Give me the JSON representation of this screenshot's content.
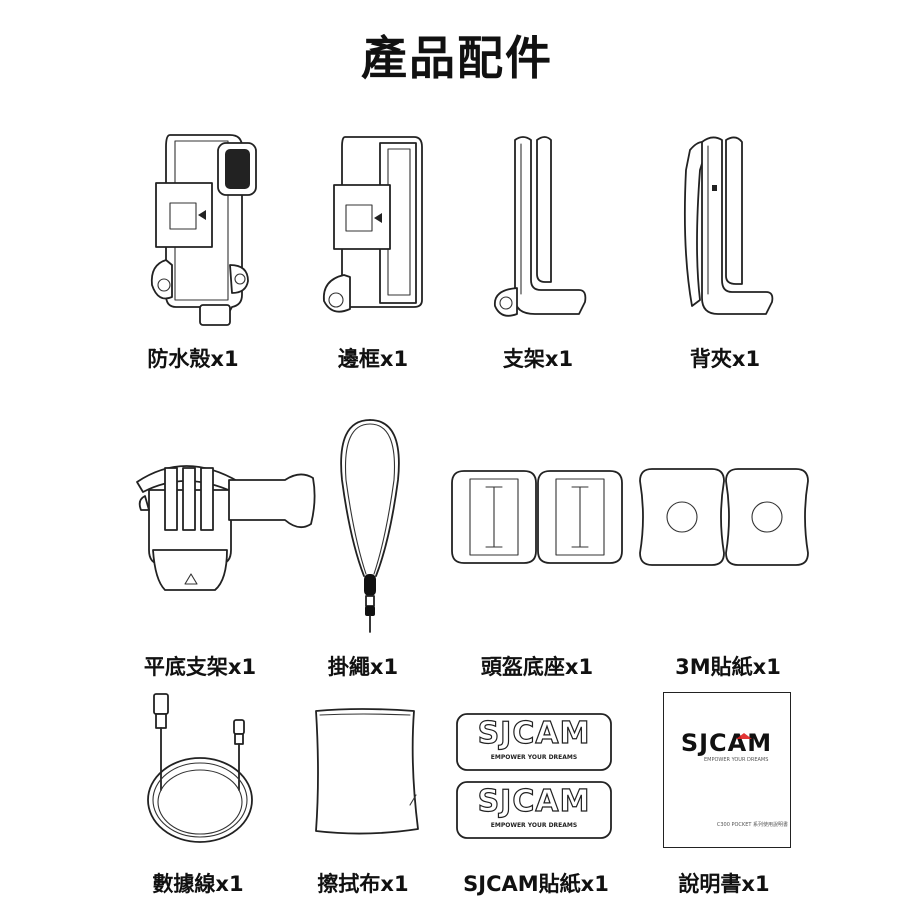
{
  "page": {
    "title": "產品配件"
  },
  "accessories": [
    {
      "label": "防水殼x1"
    },
    {
      "label": "邊框x1"
    },
    {
      "label": "支架x1"
    },
    {
      "label": "背夾x1"
    },
    {
      "label": "平底支架x1"
    },
    {
      "label": "掛繩x1"
    },
    {
      "label": "頭盔底座x1"
    },
    {
      "label": "3M貼紙x1"
    },
    {
      "label": "數據線x1"
    },
    {
      "label": "擦拭布x1"
    },
    {
      "label": "SJCAM貼紙x1"
    },
    {
      "label": "說明書x1"
    }
  ],
  "sticker": {
    "brand": "SJCAM",
    "tagline": "EMPOWER YOUR DREAMS"
  },
  "manual": {
    "brand": "SJCAM",
    "tagline": "EMPOWER YOUR DREAMS",
    "footer": "C300 POCKET 系列使用說明書",
    "accent_color": "#e02020"
  }
}
